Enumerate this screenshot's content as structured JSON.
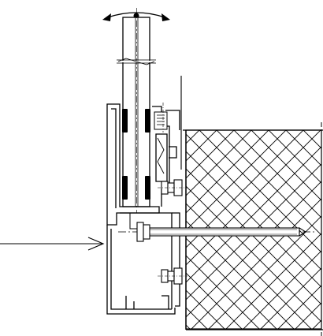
{
  "diagram": {
    "kind": "technical cross-section drawing",
    "text_labels": [],
    "colors": {
      "line": "#000000",
      "background": "#ffffff",
      "hatch": "#000000"
    },
    "parts": [
      "glass-panel",
      "rotation-arrow",
      "aluminium-profile",
      "rubber-gaskets",
      "hatched-substrate",
      "anchor-bolt",
      "nuts-and-washers",
      "load-arrow"
    ]
  }
}
